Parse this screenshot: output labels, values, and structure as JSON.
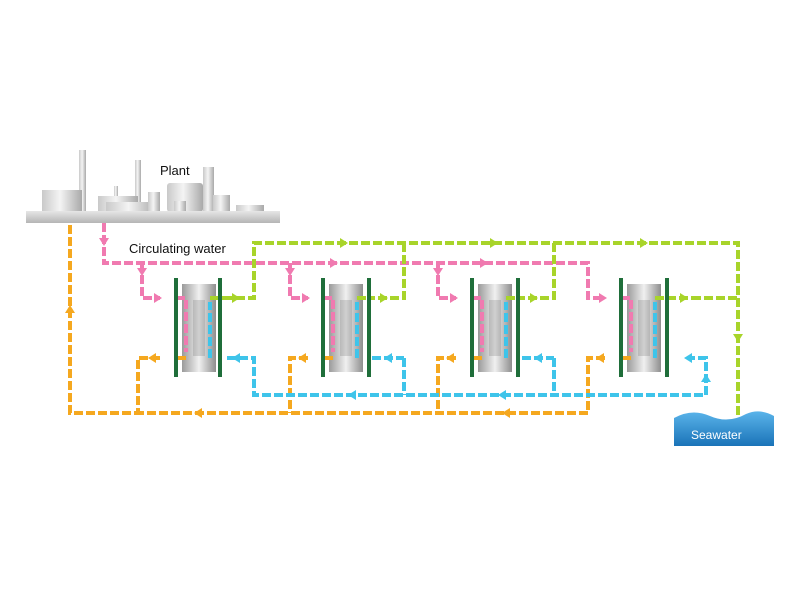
{
  "labels": {
    "plant": "Plant",
    "circulating_water": "Circulating water",
    "seawater": "Seawater"
  },
  "colors": {
    "pink": "#f07ab0",
    "green": "#a8d42a",
    "orange": "#f5a81f",
    "blue": "#3ec4ea",
    "plate_bar": "#1f6e3a",
    "sea": "#2c8fd2"
  },
  "heat_exchangers": [
    {
      "id": "hx-1"
    },
    {
      "id": "hx-2"
    },
    {
      "id": "hx-3"
    },
    {
      "id": "hx-4"
    }
  ]
}
